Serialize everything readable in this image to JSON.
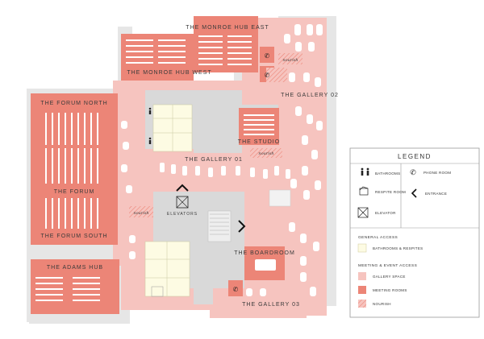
{
  "rooms": {
    "monroe_east": "THE MONROE HUB EAST",
    "monroe_west": "THE MONROE HUB WEST",
    "forum_north": "THE FORUM NORTH",
    "forum": "THE FORUM",
    "forum_south": "THE FORUM SOUTH",
    "adams_hub": "THE ADAMS HUB",
    "studio": "THE STUDIO",
    "boardroom": "THE BOARDROOM",
    "gallery_01": "THE GALLERY 01",
    "gallery_02": "THE GALLERY 02",
    "gallery_03": "THE GALLERY 03",
    "elevators": "ELEVATORS",
    "nourish": "nourish"
  },
  "legend": {
    "title": "LEGEND",
    "bathrooms": "BATHROOMS",
    "respite_room": "RESPITE ROOM",
    "elevator": "ELEVATOR",
    "phone_room": "PHONE ROOM",
    "entrance": "ENTRANCE",
    "general_access": "GENERAL ACCESS",
    "bathrooms_respites": "BATHROOMS & RESPITES",
    "meeting_event_access": "MEETING & EVENT ACCESS",
    "gallery_space": "GALLERY SPACE",
    "meeting_rooms": "MEETING ROOMS",
    "nourish": "NOURISH"
  },
  "colors": {
    "gallery_space": "#f6c4bf",
    "meeting_rooms": "#ec8577",
    "bathrooms_respites": "#fdfbe3",
    "core_gray": "#d9d9d9",
    "wall": "#e6e6e6"
  }
}
